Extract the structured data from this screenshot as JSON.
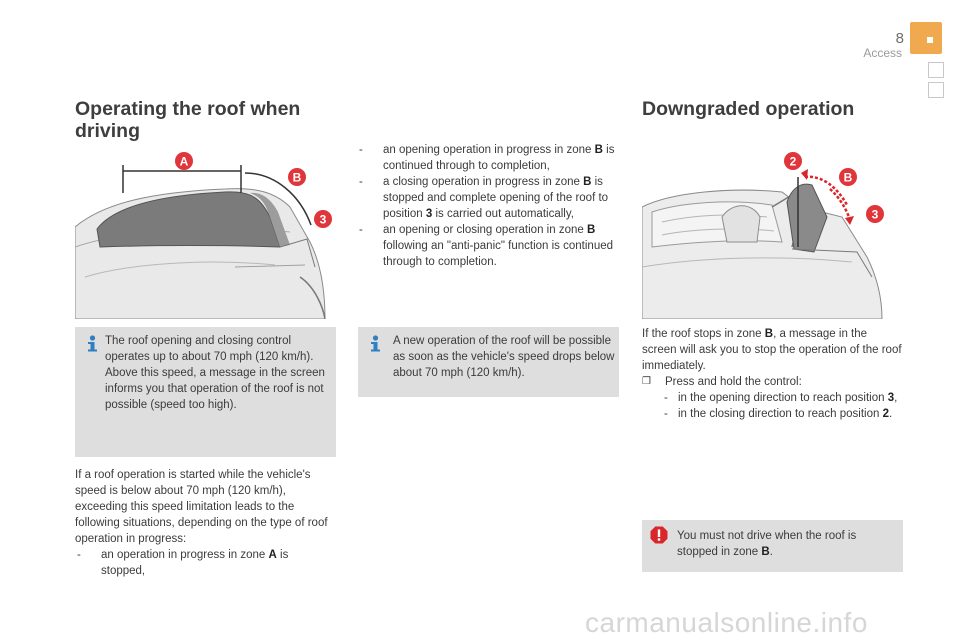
{
  "header": {
    "page_number": "8",
    "section": "Access"
  },
  "left": {
    "title_line1": "Operating the roof when",
    "title_line2": "driving",
    "illustration_labels": [
      "A",
      "B",
      "3"
    ],
    "info_note": "The roof opening and closing control operates up to about 70 mph (120 km/h). Above this speed, a message in the screen informs you that operation of the roof is not possible (speed too high).",
    "paragraph": "If a roof operation is started while the vehicle's speed is below about 70 mph (120 km/h), exceeding this speed limitation leads to the following situations, depending on the type of roof operation in progress:",
    "bullet_a_pre": "an operation in progress in zone ",
    "bullet_a_bold": "A",
    "bullet_a_post": " is stopped,"
  },
  "middle": {
    "bullet1_pre": "an opening operation in progress in zone ",
    "bullet1_bold": "B",
    "bullet1_post": " is continued through to completion,",
    "bullet2_pre": "a closing operation in progress in zone ",
    "bullet2_bold": "B",
    "bullet2_mid": " is stopped and complete opening of the roof to position ",
    "bullet2_bold2": "3",
    "bullet2_post": " is carried out automatically,",
    "bullet3_pre": "an opening or closing operation in zone ",
    "bullet3_bold": "B",
    "bullet3_post": " following an \"anti-panic\" function is continued through to completion.",
    "info_note": "A new operation of the roof will be possible as soon as the vehicle's speed drops below about 70 mph (120 km/h)."
  },
  "right": {
    "title": "Downgraded operation",
    "illustration_labels": [
      "2",
      "B",
      "3"
    ],
    "para_pre": "If the roof stops in zone ",
    "para_bold": "B",
    "para_post": ", a message in the screen will ask you to stop the operation of the roof immediately.",
    "check_item": "Press and hold the control:",
    "sub1_pre": "in the opening direction to reach position ",
    "sub1_bold": "3",
    "sub1_post": ",",
    "sub2_pre": "in the closing direction to reach position ",
    "sub2_bold": "2",
    "sub2_post": ".",
    "warning_pre": "You must not drive when the roof is stopped in zone ",
    "warning_bold": "B",
    "warning_post": "."
  },
  "footer": {
    "watermark": "carmanualsonline.info"
  },
  "colors": {
    "accent_tab": "#f1a94f",
    "info_icon": "#2f7fc1",
    "warning_icon": "#d9262b",
    "label_circle": "#e0353a",
    "box_bg": "#dedede"
  }
}
